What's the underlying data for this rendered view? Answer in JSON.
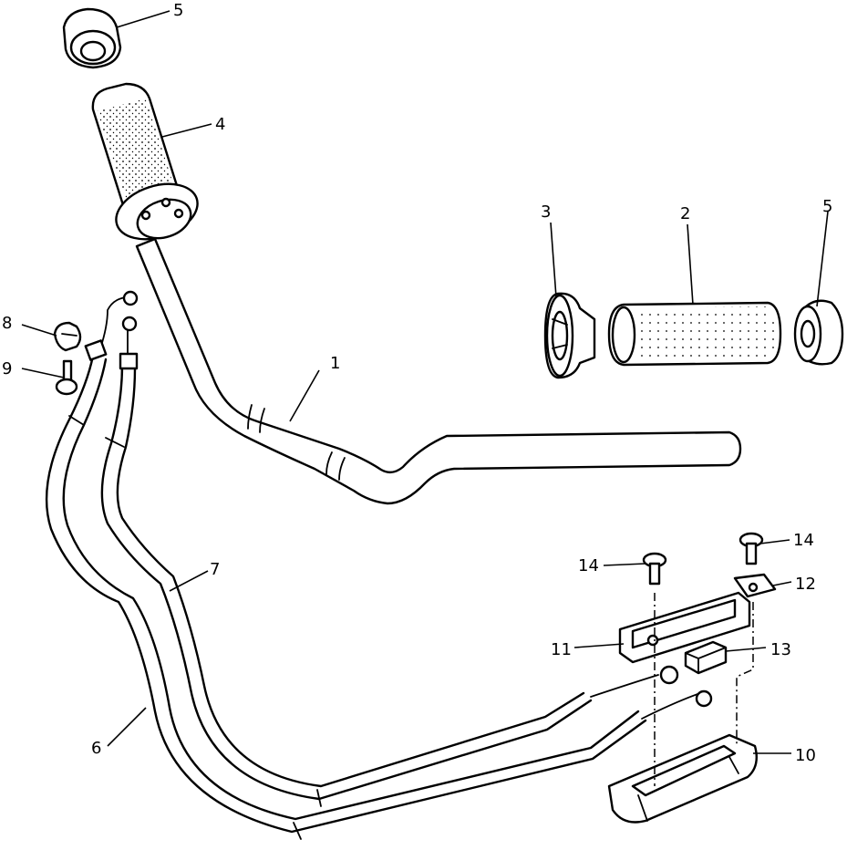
{
  "diagram": {
    "callouts": [
      {
        "id": "c1",
        "text": "1"
      },
      {
        "id": "c2",
        "text": "2"
      },
      {
        "id": "c3",
        "text": "3"
      },
      {
        "id": "c4",
        "text": "4"
      },
      {
        "id": "c5a",
        "text": "5"
      },
      {
        "id": "c5b",
        "text": "5"
      },
      {
        "id": "c6",
        "text": "6"
      },
      {
        "id": "c7",
        "text": "7"
      },
      {
        "id": "c8",
        "text": "8"
      },
      {
        "id": "c9",
        "text": "9"
      },
      {
        "id": "c10",
        "text": "10"
      },
      {
        "id": "c11",
        "text": "11"
      },
      {
        "id": "c12",
        "text": "12"
      },
      {
        "id": "c13",
        "text": "13"
      },
      {
        "id": "c14a",
        "text": "14"
      },
      {
        "id": "c14b",
        "text": "14"
      }
    ]
  }
}
